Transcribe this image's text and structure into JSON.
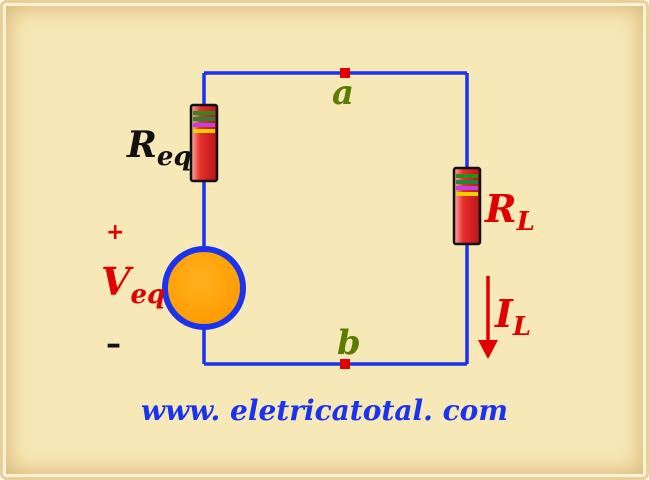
{
  "diagram": {
    "node_a": "a",
    "node_b": "b",
    "req_main": "R",
    "req_sub": "eq",
    "veq_main": "V",
    "veq_sub": "eq",
    "rl_main": "R",
    "rl_sub": "L",
    "il_main": "I",
    "il_sub": "L",
    "plus_sign": "+",
    "minus_sign": "–"
  },
  "footer": {
    "url": "www. eletricatotal. com"
  },
  "colors": {
    "wire": "#1a33ee",
    "node": "#e00000",
    "node_label": "#5a7d00",
    "source_fill": "#ffa500",
    "source_ring": "#1a33ee",
    "resistor_body": "#e8302a",
    "red_text": "#e00000",
    "background": "#f7e8b8"
  }
}
